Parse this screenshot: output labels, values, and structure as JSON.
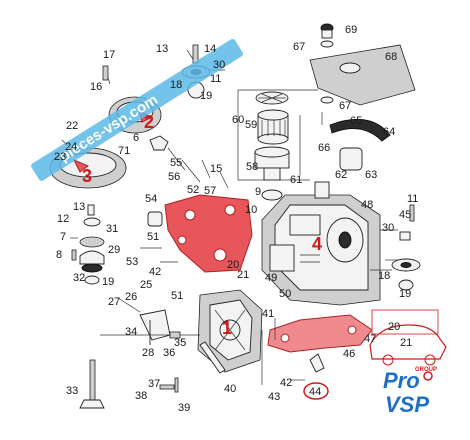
{
  "watermark": {
    "text": "pieces-vsp.com",
    "bg": "#5bb8e6"
  },
  "brand": {
    "line1": "Pro",
    "line2": "VSP",
    "tag": "GROUP",
    "color": "#1f6fc9",
    "accent": "#d01a1a"
  },
  "callouts": [
    {
      "id": "c1",
      "text": "1"
    },
    {
      "id": "c2",
      "text": "2"
    },
    {
      "id": "c3",
      "text": "3"
    },
    {
      "id": "c4",
      "text": "4"
    }
  ],
  "labels": [
    {
      "id": "n17",
      "text": "17"
    },
    {
      "id": "n16",
      "text": "16"
    },
    {
      "id": "n14",
      "text": "14"
    },
    {
      "id": "n13a",
      "text": "13"
    },
    {
      "id": "n30a",
      "text": "30"
    },
    {
      "id": "n18a",
      "text": "18"
    },
    {
      "id": "n11a",
      "text": "11"
    },
    {
      "id": "n19a",
      "text": "19"
    },
    {
      "id": "n22",
      "text": "22"
    },
    {
      "id": "n23",
      "text": "23"
    },
    {
      "id": "n24",
      "text": "24"
    },
    {
      "id": "n6",
      "text": "6"
    },
    {
      "id": "n71",
      "text": "71"
    },
    {
      "id": "n60",
      "text": "60"
    },
    {
      "id": "n59",
      "text": "59"
    },
    {
      "id": "n58",
      "text": "58"
    },
    {
      "id": "n61",
      "text": "61"
    },
    {
      "id": "n9",
      "text": "9"
    },
    {
      "id": "n10",
      "text": "10"
    },
    {
      "id": "n62",
      "text": "62"
    },
    {
      "id": "n63",
      "text": "63"
    },
    {
      "id": "n64",
      "text": "64"
    },
    {
      "id": "n65",
      "text": "65"
    },
    {
      "id": "n66",
      "text": "66"
    },
    {
      "id": "n67a",
      "text": "67"
    },
    {
      "id": "n67b",
      "text": "67"
    },
    {
      "id": "n68",
      "text": "68"
    },
    {
      "id": "n69",
      "text": "69"
    },
    {
      "id": "n55",
      "text": "55"
    },
    {
      "id": "n56",
      "text": "56"
    },
    {
      "id": "n52",
      "text": "52"
    },
    {
      "id": "n57",
      "text": "57"
    },
    {
      "id": "n15",
      "text": "15"
    },
    {
      "id": "n54",
      "text": "54"
    },
    {
      "id": "n13b",
      "text": "13"
    },
    {
      "id": "n12",
      "text": "12"
    },
    {
      "id": "n31",
      "text": "31"
    },
    {
      "id": "n7",
      "text": "7"
    },
    {
      "id": "n29",
      "text": "29"
    },
    {
      "id": "n8",
      "text": "8"
    },
    {
      "id": "n32",
      "text": "32"
    },
    {
      "id": "n19b",
      "text": "19"
    },
    {
      "id": "n27",
      "text": "27"
    },
    {
      "id": "n26",
      "text": "26"
    },
    {
      "id": "n25",
      "text": "25"
    },
    {
      "id": "n51a",
      "text": "51"
    },
    {
      "id": "n53",
      "text": "53"
    },
    {
      "id": "n42a",
      "text": "42"
    },
    {
      "id": "n51b",
      "text": "51"
    },
    {
      "id": "n20a",
      "text": "20"
    },
    {
      "id": "n21a",
      "text": "21"
    },
    {
      "id": "n49",
      "text": "49"
    },
    {
      "id": "n50",
      "text": "50"
    },
    {
      "id": "n48",
      "text": "48"
    },
    {
      "id": "n11b",
      "text": "11"
    },
    {
      "id": "n45",
      "text": "45"
    },
    {
      "id": "n30b",
      "text": "30"
    },
    {
      "id": "n18b",
      "text": "18"
    },
    {
      "id": "n19c",
      "text": "19"
    },
    {
      "id": "n34",
      "text": "34"
    },
    {
      "id": "n28",
      "text": "28"
    },
    {
      "id": "n35",
      "text": "35"
    },
    {
      "id": "n36",
      "text": "36"
    },
    {
      "id": "n41",
      "text": "41"
    },
    {
      "id": "n47",
      "text": "47"
    },
    {
      "id": "n46",
      "text": "46"
    },
    {
      "id": "n39",
      "text": "39"
    },
    {
      "id": "n40",
      "text": "40"
    },
    {
      "id": "n37",
      "text": "37"
    },
    {
      "id": "n38",
      "text": "38"
    },
    {
      "id": "n33",
      "text": "33"
    },
    {
      "id": "n42b",
      "text": "42"
    },
    {
      "id": "n43",
      "text": "43"
    },
    {
      "id": "n44",
      "text": "44"
    },
    {
      "id": "n20b",
      "text": "20"
    },
    {
      "id": "n21b",
      "text": "21"
    }
  ]
}
